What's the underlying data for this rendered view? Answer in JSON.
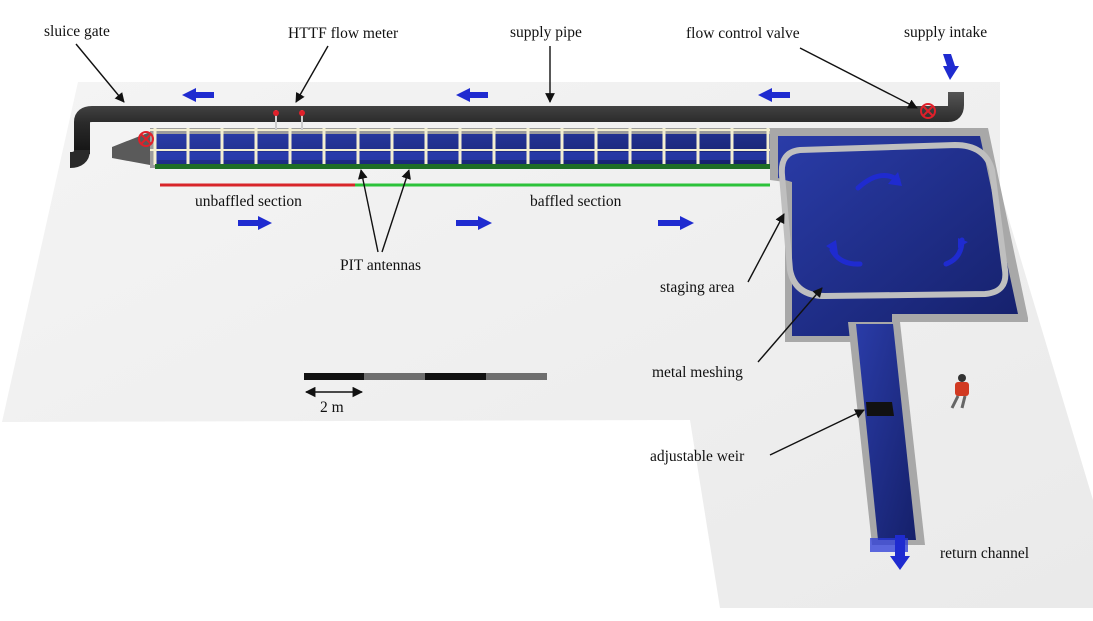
{
  "labels": {
    "sluice_gate": "sluice gate",
    "httf_flow_meter": "HTTF flow meter",
    "supply_pipe": "supply pipe",
    "flow_control_valve": "flow control valve",
    "supply_intake": "supply intake",
    "unbaffled_section": "unbaffled section",
    "baffled_section": "baffled section",
    "pit_antennas": "PIT antennas",
    "staging_area": "staging area",
    "metal_meshing": "metal meshing",
    "adjustable_weir": "adjustable weir",
    "return_channel": "return channel"
  },
  "scale_bar": {
    "label": "2 m"
  },
  "colors": {
    "floor": "#f1f1f1",
    "pipe": "#2c2c2c",
    "water": "#1f2d86",
    "wall": "#b7b7b7",
    "flow_arrow": "#1f2bd0",
    "unbaffled_line": "#d8262a",
    "baffled_line": "#2cc23a",
    "baffle_frame": "#f3efd2",
    "valve": "#e0202a"
  }
}
